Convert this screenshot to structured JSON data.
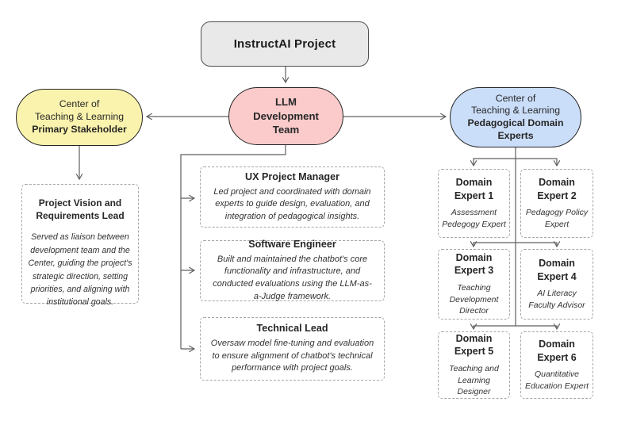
{
  "root": {
    "title": "InstructAI Project"
  },
  "stakeholder": {
    "line1": "Center of",
    "line2": "Teaching & Learning",
    "line3": "Primary Stakeholder"
  },
  "team": {
    "label": "LLM Development Team"
  },
  "experts_hub": {
    "line1": "Center of",
    "line2": "Teaching & Learning",
    "line3": "Pedagogical Domain",
    "line4": "Experts"
  },
  "vision_lead": {
    "title": "Project Vision and Requirements Lead",
    "description": "Served as liaison between development team and the Center, guiding the project's strategic direction, setting priorities, and aligning with institutional goals."
  },
  "team_roles": [
    {
      "title": "UX Project Manager",
      "description": "Led project and coordinated with domain experts to guide design, evaluation, and integration of pedagogical insights."
    },
    {
      "title": "Software Engineer",
      "description": "Built and maintained the chatbot's core functionality and infrastructure, and conducted evaluations using the LLM-as-a-Judge framework."
    },
    {
      "title": "Technical Lead",
      "description": "Oversaw model fine-tuning and evaluation to ensure alignment of chatbot's technical performance with project goals."
    }
  ],
  "experts": [
    {
      "title": "Domain Expert 1",
      "subtitle": "Assessment Pedegogy Expert"
    },
    {
      "title": "Domain Expert 2",
      "subtitle": "Pedagogy Policy Expert"
    },
    {
      "title": "Domain Expert 3",
      "subtitle": "Teaching Development Director"
    },
    {
      "title": "Domain Expert 4",
      "subtitle": "AI Literacy Faculty Advisor"
    },
    {
      "title": "Domain Expert 5",
      "subtitle": "Teaching and Learning Designer"
    },
    {
      "title": "Domain Expert 6",
      "subtitle": "Quantitative Education Expert"
    }
  ],
  "colors": {
    "root_fill": "#e9e9e9",
    "stakeholder_fill": "#faf3ad",
    "team_fill": "#fbcaca",
    "experts_fill": "#cbdef9",
    "connector_line": "#5f5f5f",
    "dashed_border": "#a6a6a6"
  }
}
